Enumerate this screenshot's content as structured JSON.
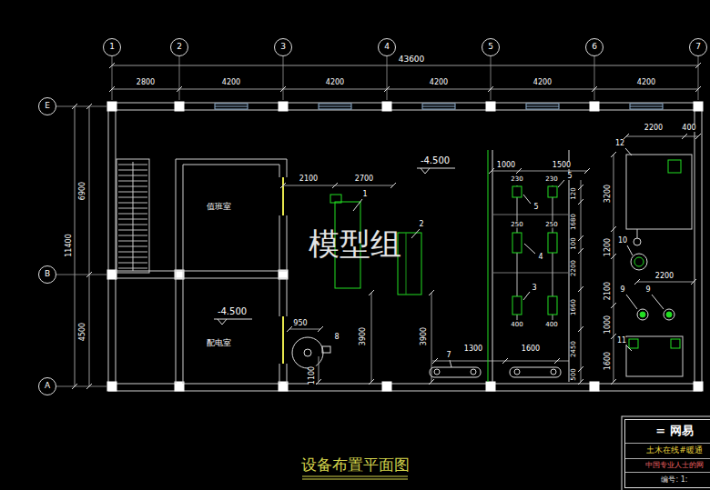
{
  "diagram": {
    "title": "设备布置平面图",
    "nodes": [
      {
        "text": [
          "1"
        ]
      },
      {
        "text": [
          "2"
        ]
      },
      {
        "text": [
          "3"
        ]
      },
      {
        "text": [
          "4"
        ]
      },
      {
        "text": [
          "5"
        ]
      },
      {
        "text": [
          "6"
        ]
      },
      {
        "text": [
          "7"
        ]
      },
      {
        "text": [
          "E"
        ]
      },
      {
        "text": [
          "值班室"
        ]
      },
      {
        "text": [
          "B"
        ]
      },
      {
        "text": [
          "配电室"
        ]
      },
      {
        "text": [
          "A"
        ]
      },
      {
        "text": [
          "= 网易",
          "土木在线#暖通",
          "中国专业人士的网",
          "编号: 1:"
        ]
      }
    ],
    "labels": [
      "43600",
      "2800",
      "4200",
      "4200",
      "4200",
      "4200",
      "4200",
      "6900",
      "11400",
      "4500",
      "2100",
      "2700",
      "-4.500",
      "1",
      "2",
      "模型组",
      "-4.500",
      "950",
      "8",
      "1100",
      "3900",
      "3900",
      "7",
      "1300",
      "1600",
      "1000",
      "1500",
      "230",
      "230",
      "5",
      "5",
      "120",
      "250",
      "250",
      "1680",
      "4",
      "100",
      "2200",
      "3",
      "1660",
      "400",
      "400",
      "2450",
      "500",
      "2200",
      "400",
      "12",
      "3200",
      "1200",
      "10",
      "2200",
      "2100",
      "9",
      "9",
      "1000",
      "11",
      "1600"
    ]
  }
}
